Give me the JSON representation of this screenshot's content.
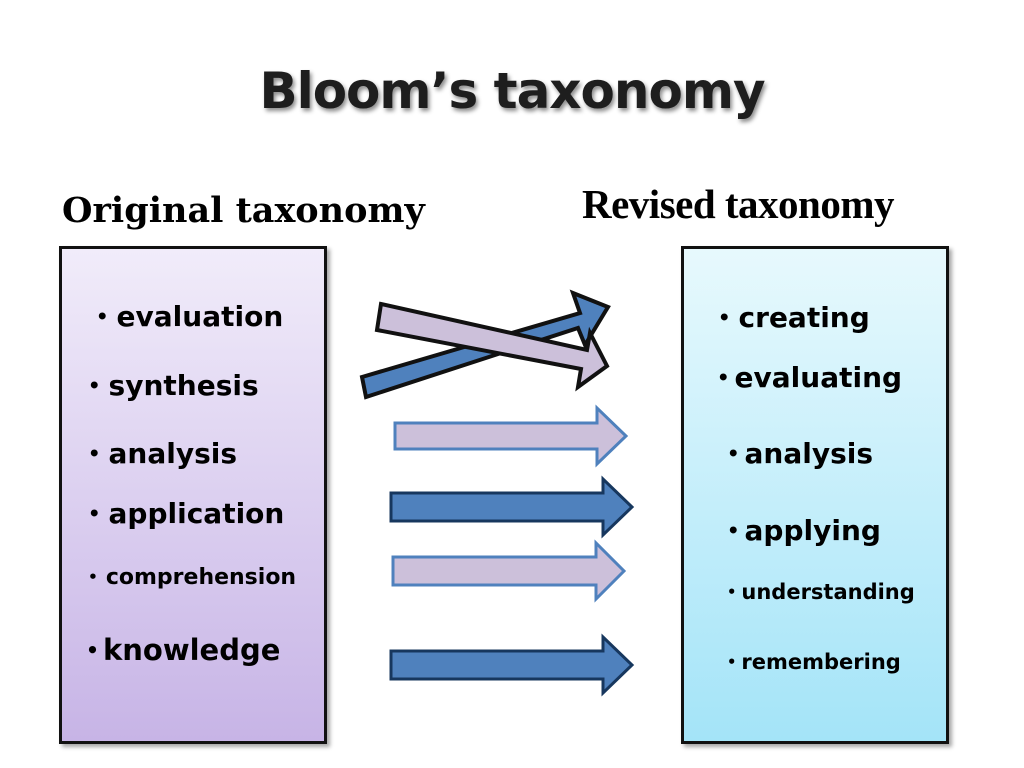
{
  "title": "Bloom’s taxonomy",
  "original": {
    "heading": "Original taxonomy",
    "items": [
      "evaluation",
      "synthesis",
      "analysis",
      "application",
      "comprehension",
      "knowledge"
    ]
  },
  "revised": {
    "heading": "Revised taxonomy",
    "items": [
      "creating",
      "evaluating",
      "analysis",
      "applying",
      "understanding",
      "remembering"
    ]
  },
  "colors": {
    "arrow_dark": "#4f81bd",
    "arrow_light": "#ccc0da",
    "original_box_top": "#f1ecfa",
    "original_box_bottom": "#c7b4e6",
    "revised_box_top": "#e7f9fd",
    "revised_box_bottom": "#a4e4f8"
  }
}
